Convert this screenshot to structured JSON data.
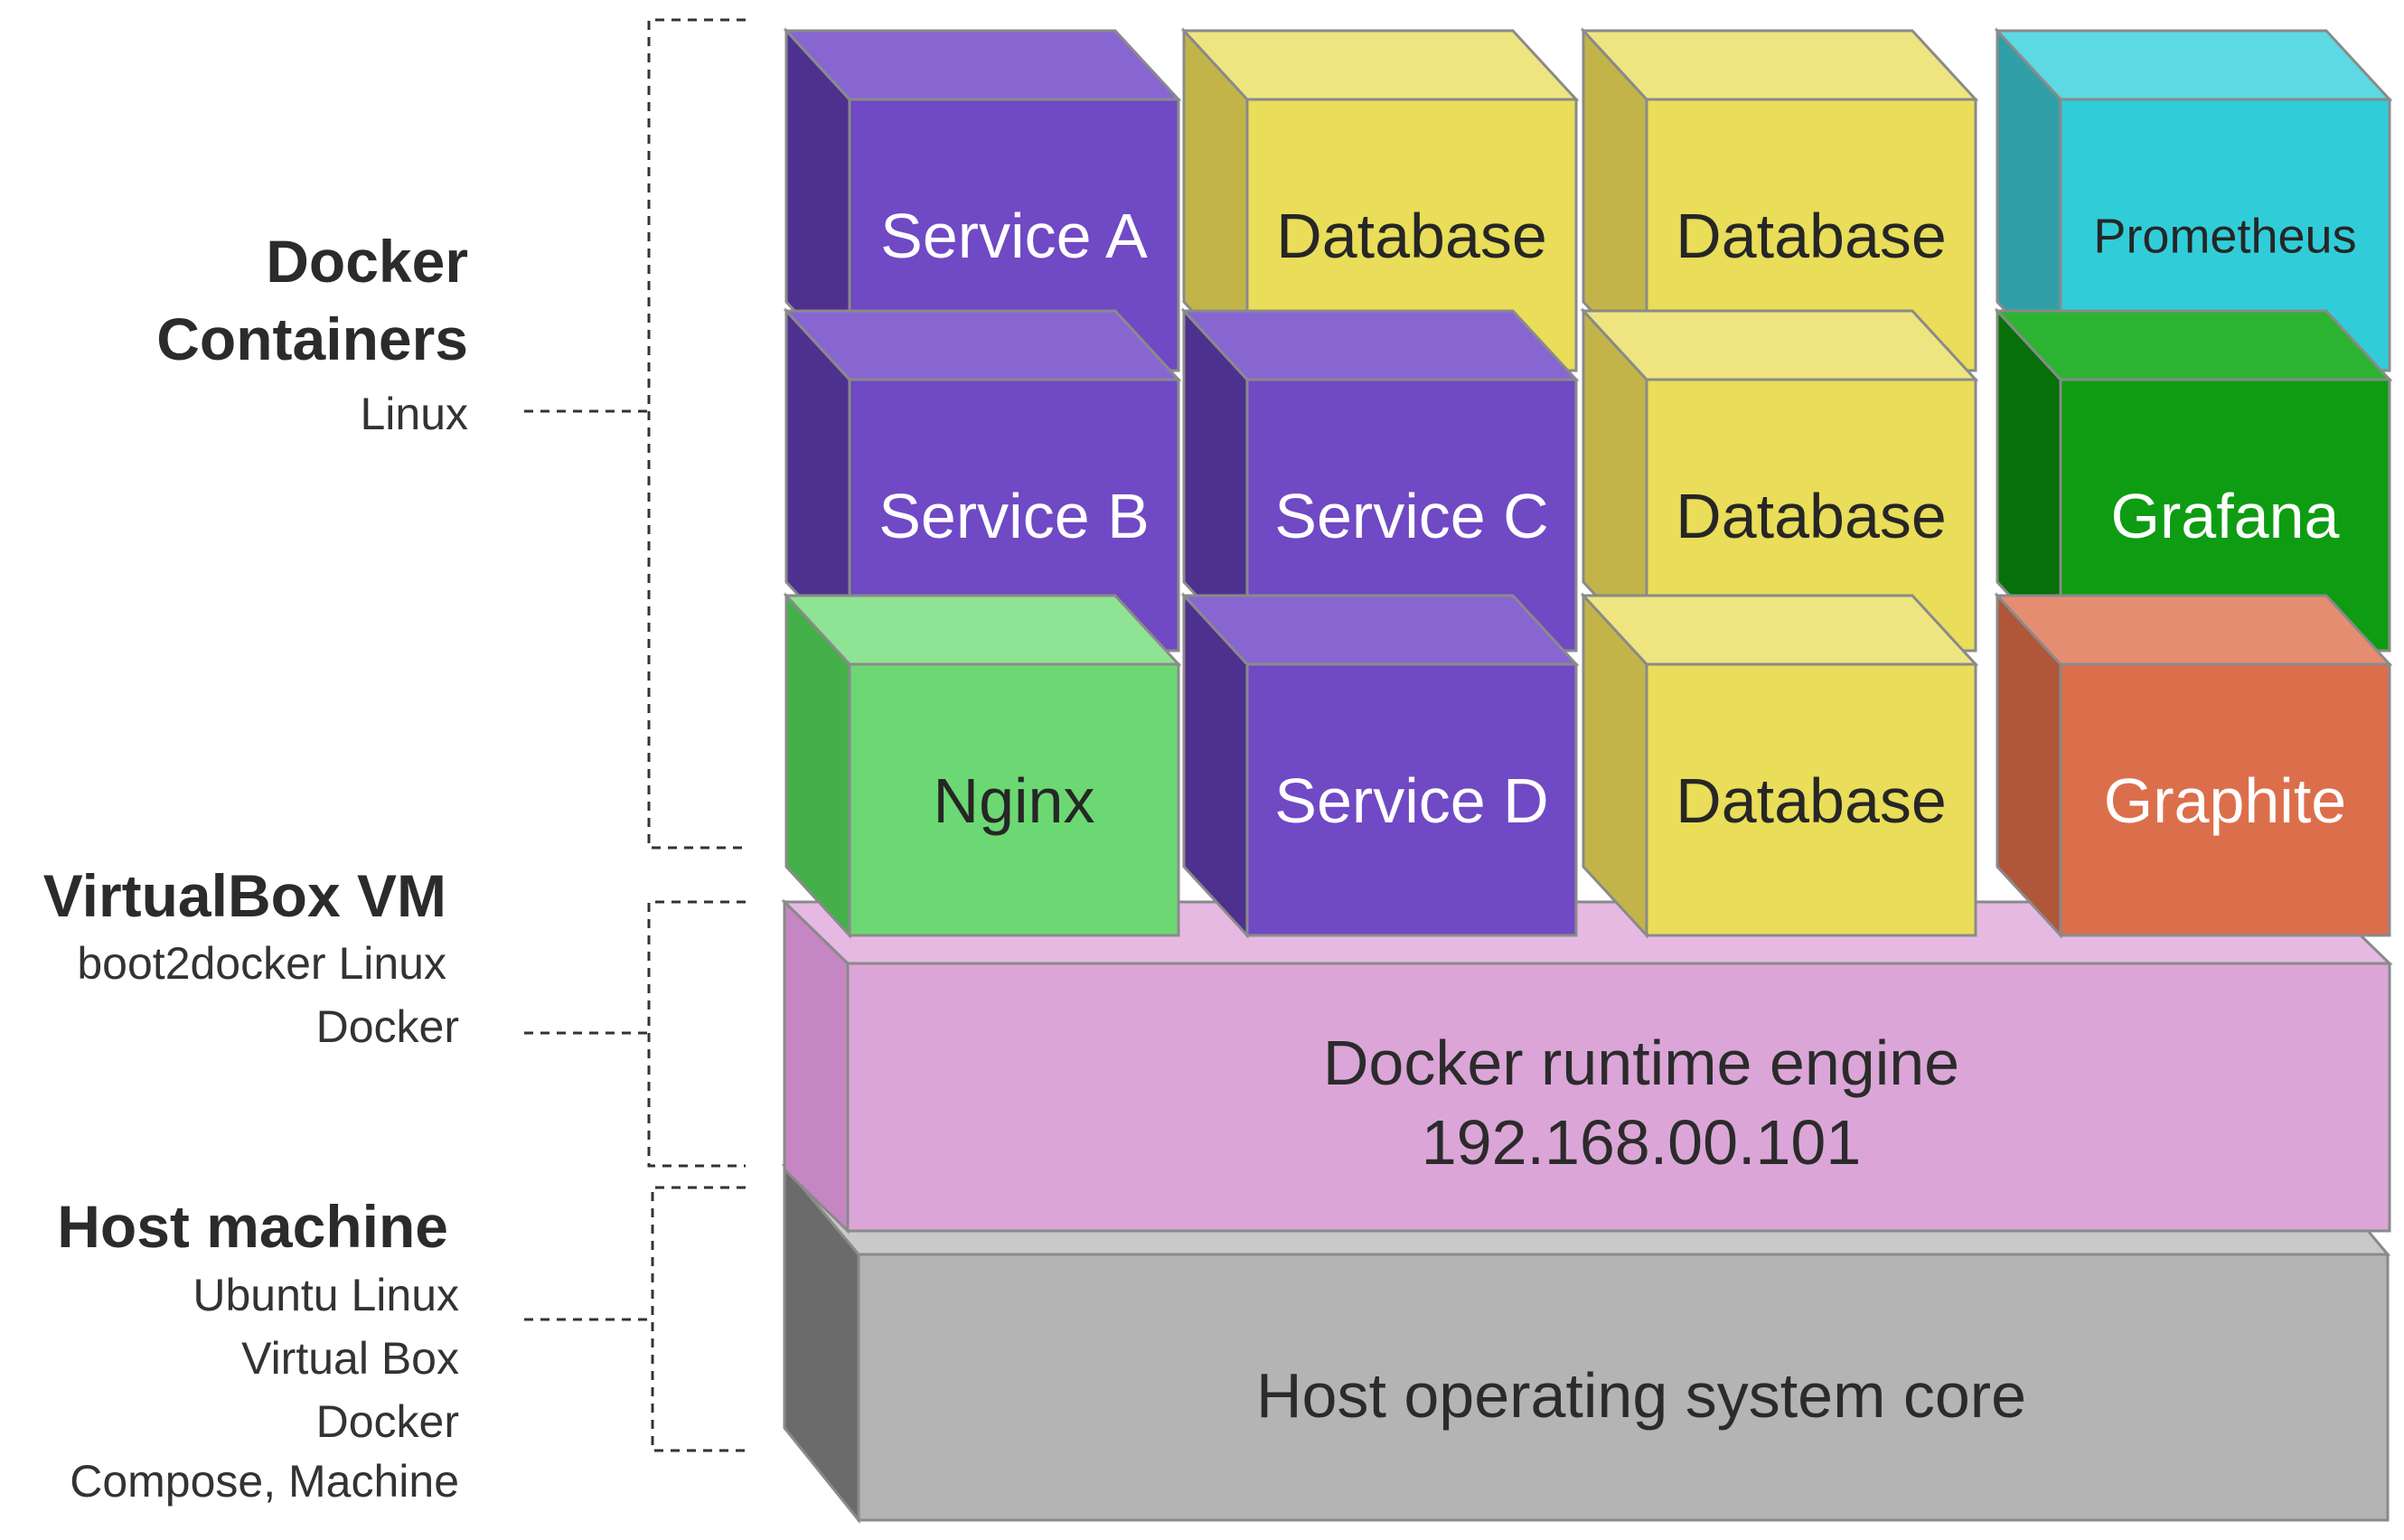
{
  "layer_groups": {
    "containers": {
      "title_lines": [
        "Docker",
        "Containers"
      ],
      "sub_lines": [
        "Linux"
      ]
    },
    "vm": {
      "title_lines": [
        "VirtualBox VM"
      ],
      "sub_lines": [
        "boot2docker Linux",
        "Docker"
      ]
    },
    "host": {
      "title_lines": [
        "Host machine"
      ],
      "sub_lines": [
        "Ubuntu Linux",
        "Virtual Box",
        "Docker",
        "Compose, Machine"
      ]
    }
  },
  "layers": {
    "runtime": {
      "lines": [
        "Docker runtime engine",
        "192.168.00.101"
      ],
      "colors": {
        "front": "#dba6d7",
        "side": "#c686c3",
        "top": "#e6b9e2"
      }
    },
    "host_os": {
      "lines": [
        "Host operating system core"
      ],
      "colors": {
        "front": "#b4b4b4",
        "side": "#6b6b6b",
        "top": "#c9c9c9"
      }
    }
  },
  "containers": [
    {
      "label": "Service A",
      "column": 0,
      "row": 0,
      "kind": "service"
    },
    {
      "label": "Service B",
      "column": 0,
      "row": 1,
      "kind": "service"
    },
    {
      "label": "Nginx",
      "column": 0,
      "row": 2,
      "kind": "nginx"
    },
    {
      "label": "Database",
      "column": 1,
      "row": 0,
      "kind": "database"
    },
    {
      "label": "Service C",
      "column": 1,
      "row": 1,
      "kind": "service"
    },
    {
      "label": "Service D",
      "column": 1,
      "row": 2,
      "kind": "service"
    },
    {
      "label": "Database",
      "column": 2,
      "row": 0,
      "kind": "database"
    },
    {
      "label": "Database",
      "column": 2,
      "row": 1,
      "kind": "database"
    },
    {
      "label": "Database",
      "column": 2,
      "row": 2,
      "kind": "database"
    },
    {
      "label": "Prometheus",
      "column": 3,
      "row": 0,
      "kind": "prometheus"
    },
    {
      "label": "Grafana",
      "column": 3,
      "row": 1,
      "kind": "grafana"
    },
    {
      "label": "Graphite",
      "column": 3,
      "row": 2,
      "kind": "graphite"
    }
  ],
  "palette": {
    "service": {
      "front": "#7049c4",
      "side": "#4e318f",
      "top": "#8866d2",
      "text": "#ffffff"
    },
    "database": {
      "front": "#e9dd59",
      "side": "#c2b448",
      "top": "#efe580",
      "text": "#262626"
    },
    "nginx": {
      "front": "#6cd873",
      "side": "#44b049",
      "top": "#8fe394",
      "text": "#262626"
    },
    "prometheus": {
      "front": "#30cdd9",
      "side": "#319fa8",
      "top": "#5cd9e2",
      "text": "#262626"
    },
    "grafana": {
      "front": "#0e9c12",
      "side": "#07700a",
      "top": "#2db332",
      "text": "#ffffff"
    },
    "graphite": {
      "front": "#dc6f4b",
      "side": "#b0573a",
      "top": "#e58d70",
      "text": "#ffffff"
    }
  },
  "outline_color": "#8a8a8a"
}
